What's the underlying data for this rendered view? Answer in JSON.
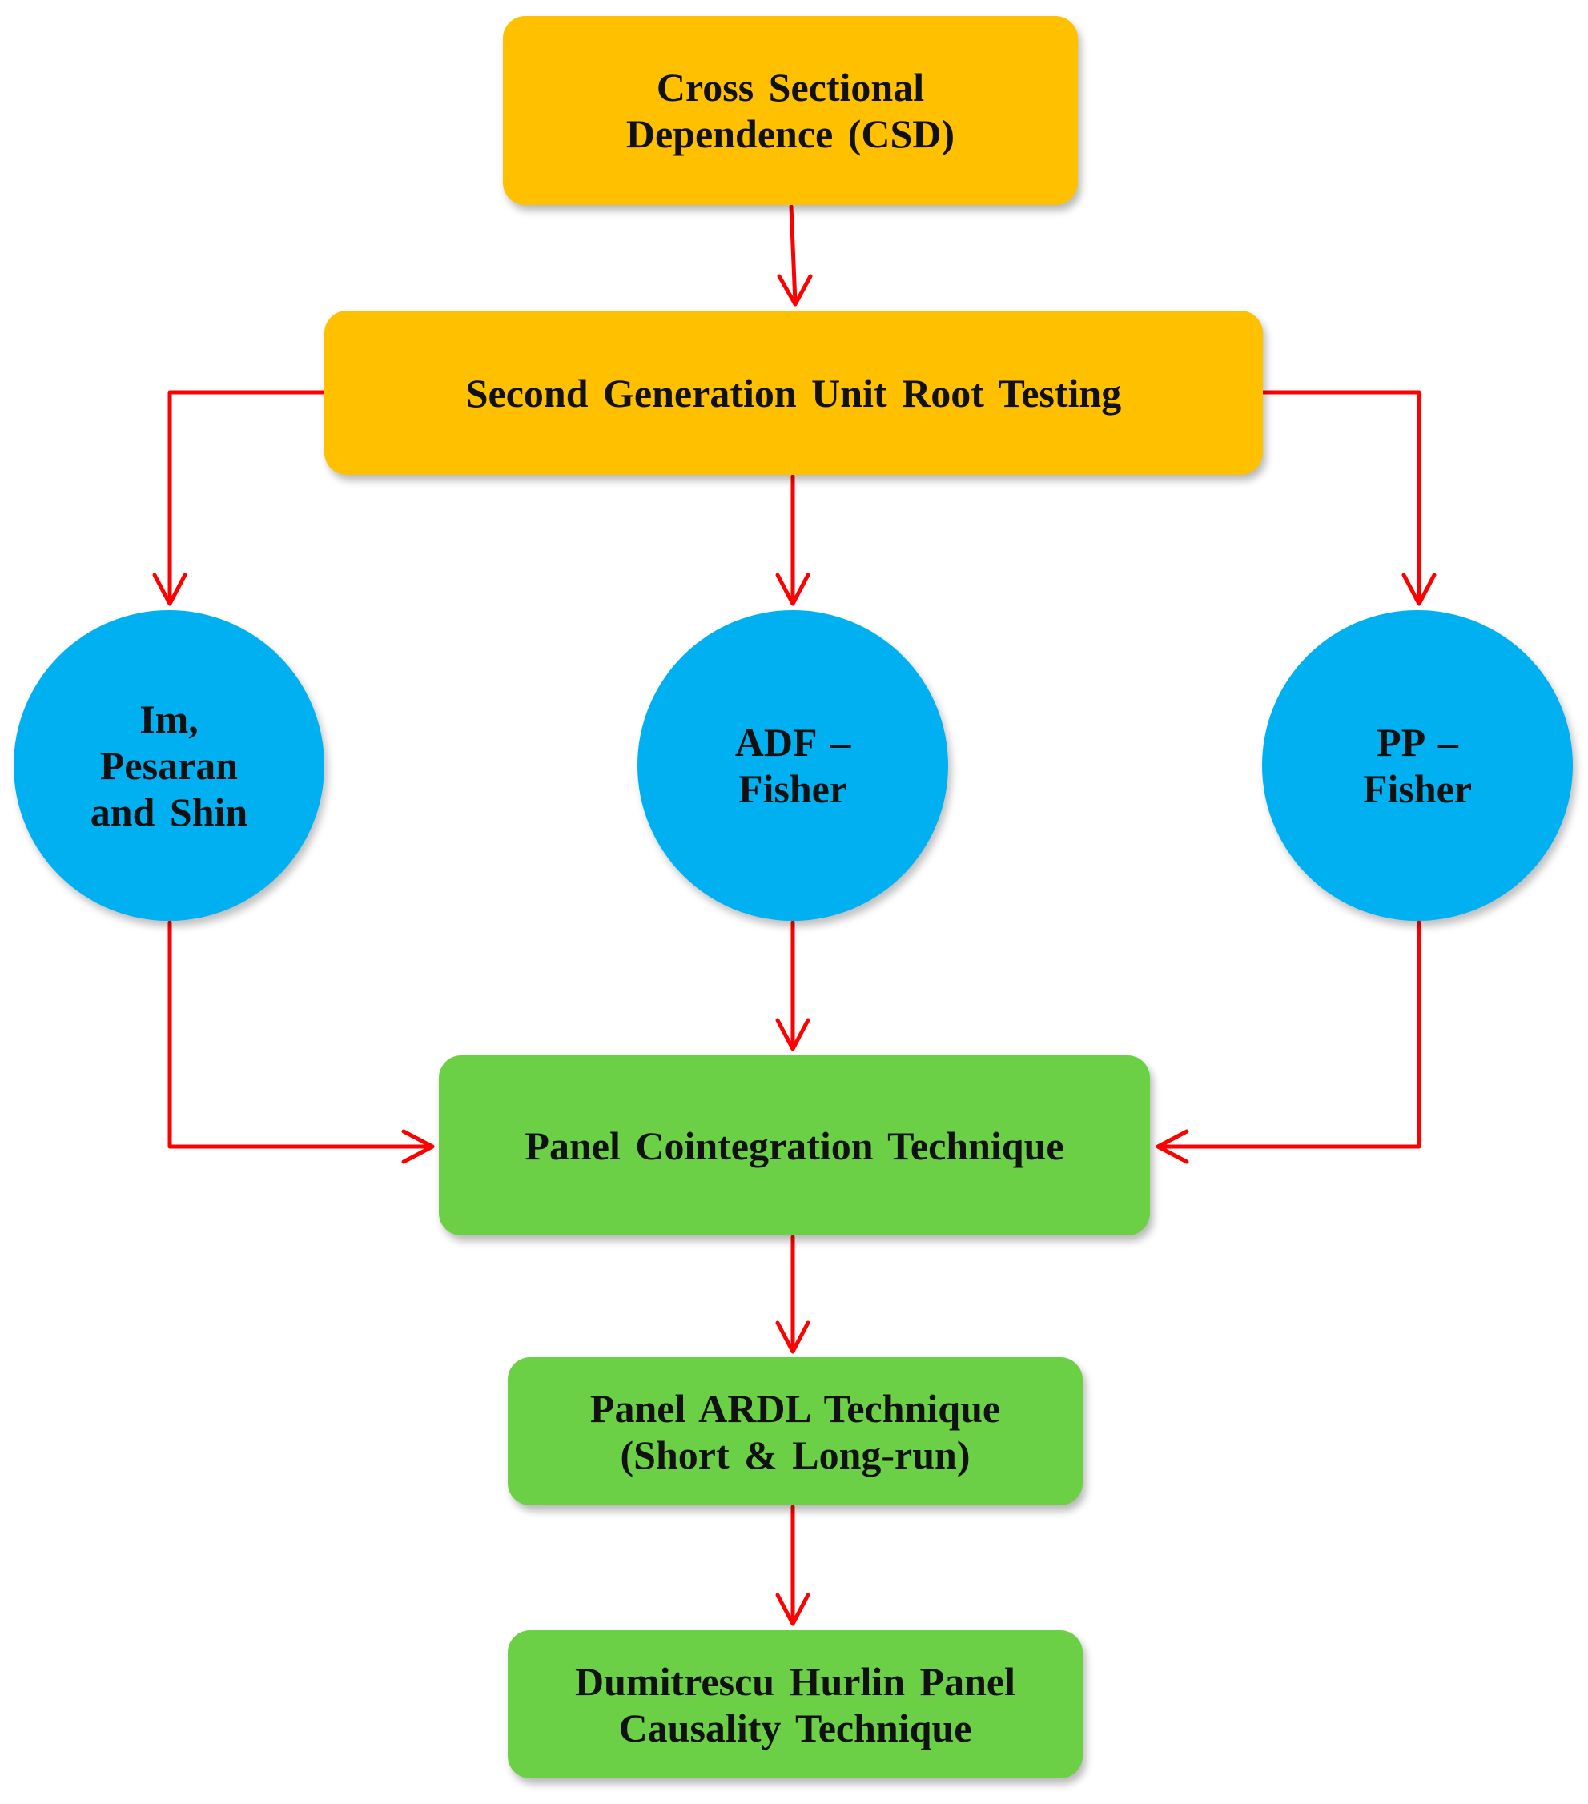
{
  "colors": {
    "orange_box": "#FFC000",
    "green_box": "#6CD046",
    "blue_circle": "#00B0F0",
    "arrow": "#FF0000"
  },
  "nodes": {
    "csd": "Cross Sectional\nDependence (CSD)",
    "second_gen": "Second Generation Unit Root Testing",
    "ips": "Im,\nPesaran\nand Shin",
    "adf": "ADF –\nFisher",
    "pp": "PP –\nFisher",
    "panel_coint": "Panel Cointegration Technique",
    "panel_ardl": "Panel ARDL Technique\n(Short & Long-run)",
    "dh_causality": "Dumitrescu Hurlin Panel\nCausality Technique"
  }
}
